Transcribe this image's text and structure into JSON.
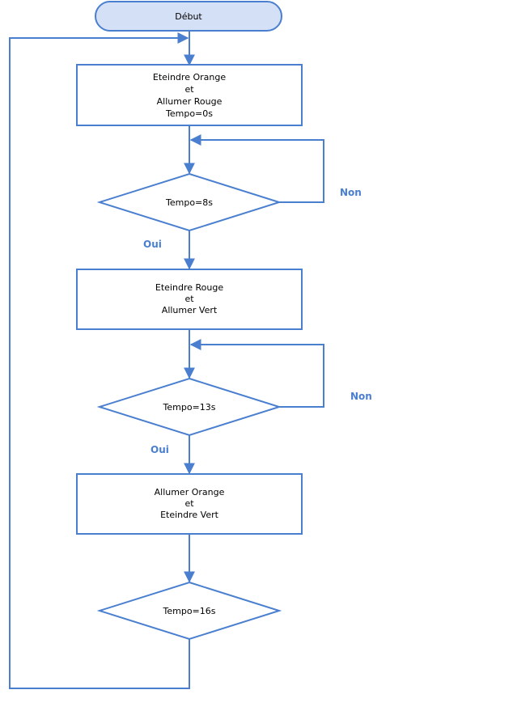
{
  "colors": {
    "stroke": "#4a7fd0",
    "start_fill": "#d4e0f5",
    "box_fill": "#ffffff",
    "text": "#000000",
    "branch_label": "#4a7fd0"
  },
  "start": {
    "label": "Début"
  },
  "process_1": {
    "lines": [
      "Eteindre Orange",
      "et",
      "Allumer Rouge",
      "Tempo=0s"
    ]
  },
  "decision_1": {
    "label": "Tempo=8s",
    "no": "Non",
    "yes": "Oui"
  },
  "process_2": {
    "lines": [
      "Eteindre Rouge",
      "et",
      "Allumer Vert"
    ]
  },
  "decision_2": {
    "label": "Tempo=13s",
    "no": "Non",
    "yes": "Oui"
  },
  "process_3": {
    "lines": [
      "Allumer Orange",
      "et",
      "Eteindre Vert"
    ]
  },
  "decision_3": {
    "label": "Tempo=16s"
  }
}
